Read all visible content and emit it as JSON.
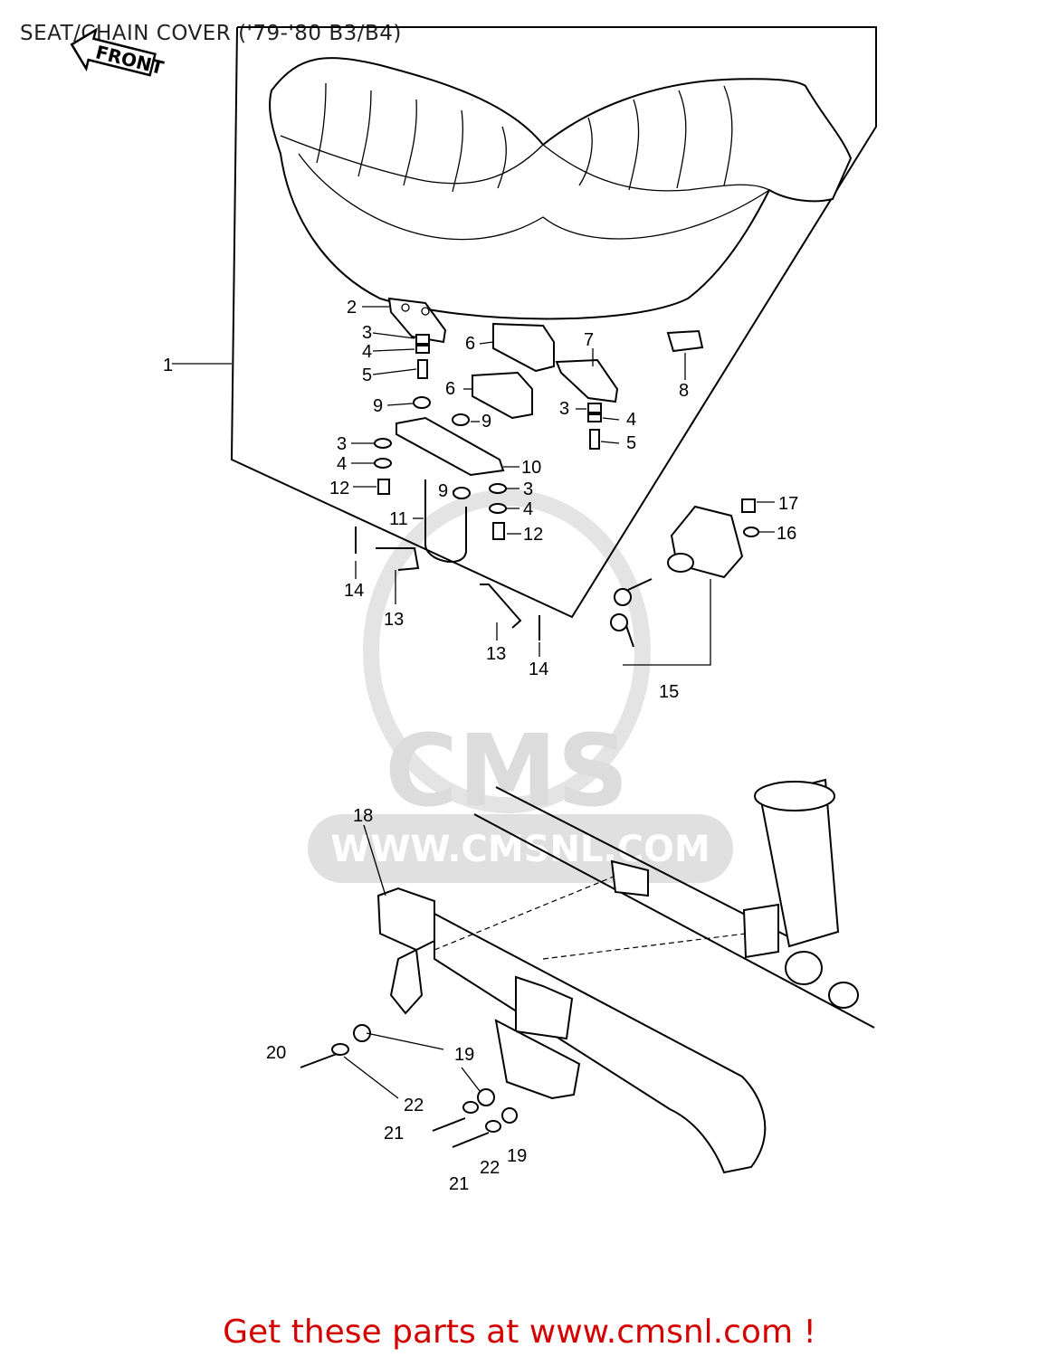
{
  "title": "SEAT/CHAIN COVER ('79-'80 B3/B4)",
  "front_arrow": "FRONT",
  "watermark": {
    "brand": "CMS",
    "url": "WWW.CMSNL.COM"
  },
  "cta": "Get these parts at www.cmsnl.com !",
  "callouts": [
    "1",
    "2",
    "3",
    "4",
    "5",
    "6",
    "6",
    "7",
    "8",
    "9",
    "3",
    "4",
    "5",
    "9",
    "3",
    "4",
    "12",
    "10",
    "9",
    "3",
    "4",
    "11",
    "12",
    "17",
    "16",
    "14",
    "13",
    "13",
    "14",
    "15",
    "18",
    "20",
    "19",
    "22",
    "21",
    "22",
    "19",
    "21"
  ]
}
